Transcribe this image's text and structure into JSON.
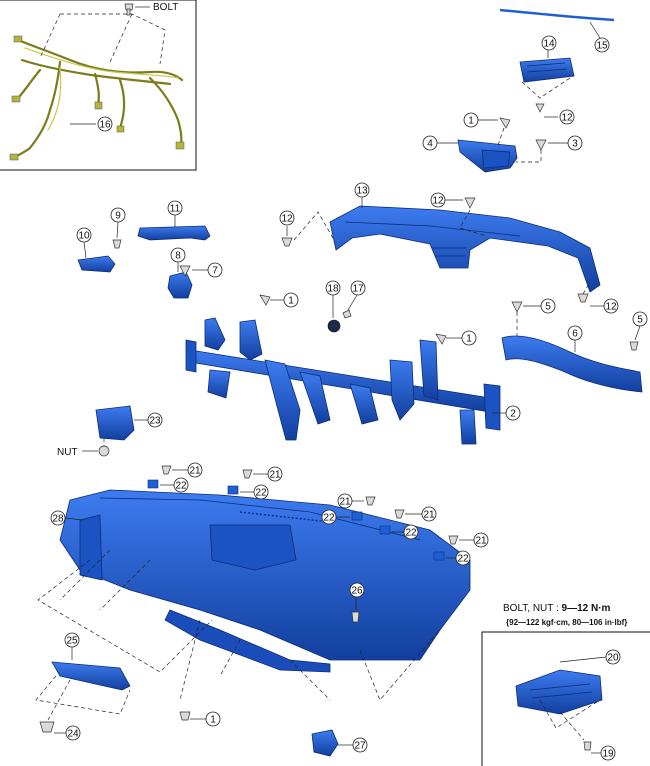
{
  "labels": {
    "bolt": "BOLT",
    "nut": "NUT",
    "torque_line1_prefix": "BOLT, NUT : ",
    "torque_line1_value": "9—12 N·m",
    "torque_line2": "{92—122 kgf·cm,  80—106 in·lbf}"
  },
  "callouts": [
    "1",
    "2",
    "3",
    "4",
    "5",
    "6",
    "7",
    "8",
    "9",
    "10",
    "11",
    "12",
    "13",
    "14",
    "15",
    "16",
    "17",
    "18",
    "19",
    "20",
    "21",
    "22",
    "23",
    "24",
    "25",
    "26",
    "27",
    "28"
  ],
  "colors": {
    "part_blue": "#1f5fd6",
    "part_blue_dark": "#123f9e",
    "harness_olive": "#a8a83a"
  }
}
